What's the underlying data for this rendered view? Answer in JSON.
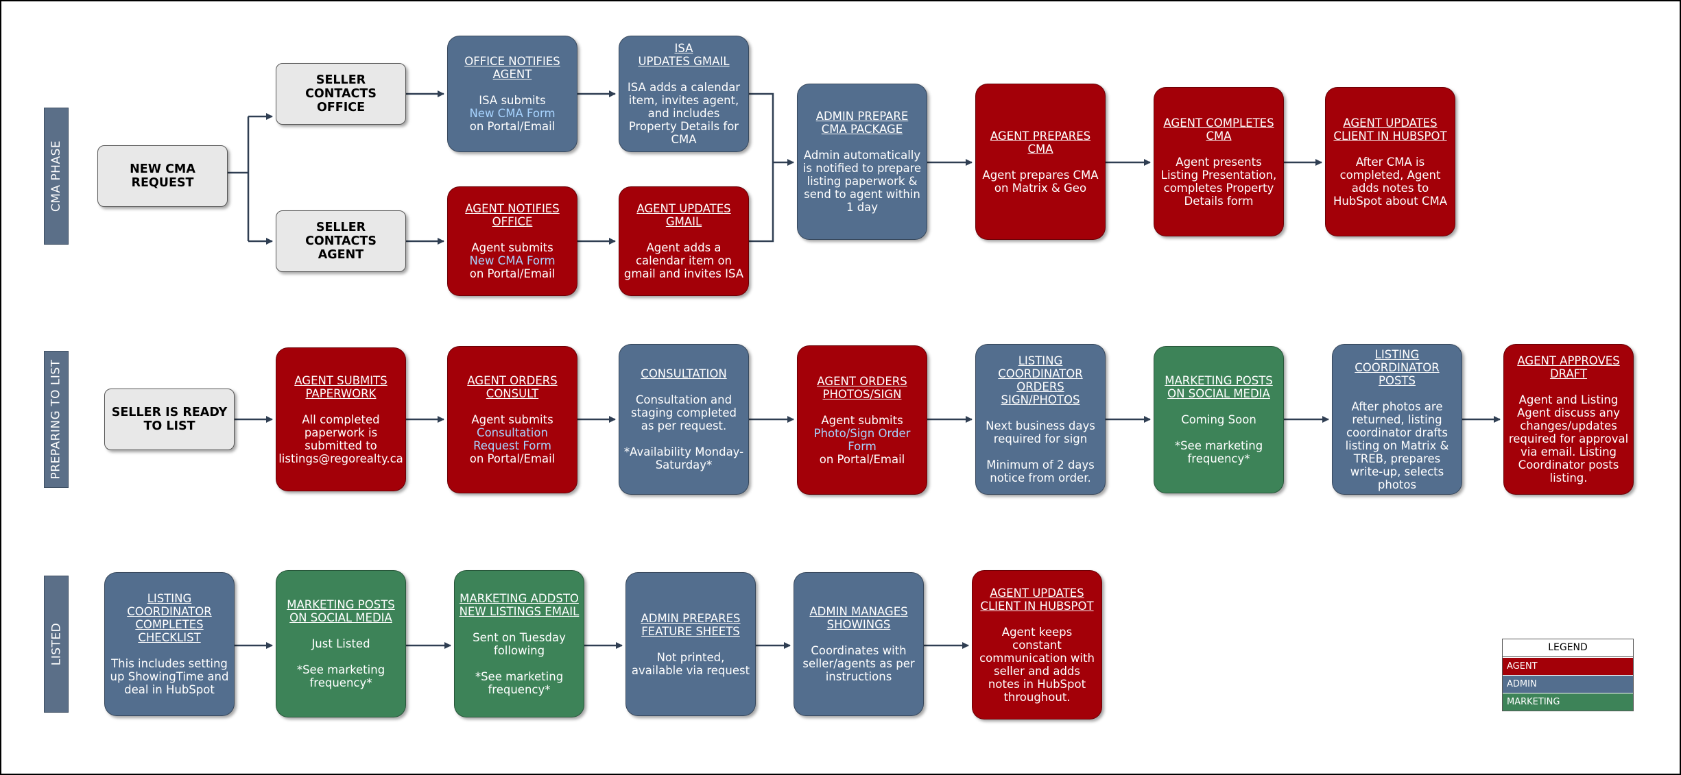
{
  "colors": {
    "agent": "#a30008",
    "admin": "#536e8e",
    "marketing": "#3d8358",
    "neutral": "#e8e8e8"
  },
  "phases": [
    {
      "label": "CMA PHASE"
    },
    {
      "label": "PREPARING TO LIST"
    },
    {
      "label": "LISTED"
    }
  ],
  "nodes": {
    "new_cma_request": {
      "title": "NEW CMA REQUEST"
    },
    "seller_contacts_office": {
      "title": "SELLER CONTACTS OFFICE"
    },
    "seller_contacts_agent": {
      "title": "SELLER CONTACTS AGENT"
    },
    "office_notifies_agent": {
      "title": "OFFICE NOTIFIES AGENT",
      "body_pre": "ISA submits",
      "body_link": "New CMA Form",
      "body_post": "on Portal/Email"
    },
    "agent_notifies_office": {
      "title": "AGENT NOTIFIES OFFICE",
      "body_pre": "Agent submits",
      "body_link": "New CMA Form",
      "body_post": "on Portal/Email"
    },
    "isa_updates_gmail": {
      "title": "ISA\n UPDATES GMAIL",
      "body": "ISA adds a calendar item, invites agent, and includes Property Details for CMA"
    },
    "agent_updates_gmail": {
      "title": "AGENT UPDATES GMAIL",
      "body": "Agent adds a calendar item on gmail and invites ISA"
    },
    "admin_prepare_cma": {
      "title": "ADMIN PREPARE CMA PACKAGE",
      "body": "Admin automatically is notified to prepare listing paperwork & send to agent within 1 day"
    },
    "agent_prepares_cma": {
      "title": "AGENT PREPARES CMA",
      "body": "Agent prepares CMA on Matrix & Geo"
    },
    "agent_completes_cma": {
      "title": "AGENT COMPLETES CMA",
      "body": "Agent presents Listing Presentation, completes Property Details form"
    },
    "agent_updates_client_1": {
      "title": "AGENT UPDATES CLIENT IN HUBSPOT",
      "body": "After CMA is completed, Agent adds notes to HubSpot about CMA"
    },
    "seller_ready": {
      "title": "SELLER IS READY TO LIST"
    },
    "agent_submits_paperwork": {
      "title": "AGENT SUBMITS PAPERWORK",
      "body": "All completed paperwork is submitted to listings@regorealty.ca"
    },
    "agent_orders_consult": {
      "title": "AGENT ORDERS CONSULT",
      "body_pre": "Agent submits",
      "body_link": "Consultation Request Form",
      "body_post": "on Portal/Email"
    },
    "consultation": {
      "title": "CONSULTATION",
      "body": "Consultation and staging completed as per request.\n\n*Availability Monday-Saturday*"
    },
    "agent_orders_photos": {
      "title": "AGENT ORDERS PHOTOS/SIGN",
      "body_pre": "Agent submits",
      "body_link": "Photo/Sign Order Form",
      "body_post": "on Portal/Email"
    },
    "lc_orders_sign": {
      "title": "LISTING COORDINATOR ORDERS SIGN/PHOTOS",
      "body": "Next business days required for sign\n\nMinimum of 2 days notice from order."
    },
    "marketing_posts_1": {
      "title": "MARKETING POSTS  ON SOCIAL MEDIA",
      "body": "Coming Soon\n\n*See marketing frequency*"
    },
    "lc_posts": {
      "title": "LISTING COORDINATOR POSTS",
      "body": "After photos are returned, listing coordinator drafts listing on Matrix & TREB, prepares write-up, selects photos"
    },
    "agent_approves": {
      "title": "AGENT APPROVES DRAFT",
      "body": "Agent and Listing Agent discuss any changes/updates required for approval via email. Listing Coordinator posts listing."
    },
    "lc_checklist": {
      "title": "LISTING COORDINATOR COMPLETES CHECKLIST",
      "body": "This includes setting up ShowingTime and deal in HubSpot"
    },
    "marketing_posts_2": {
      "title": "MARKETING POSTS  ON SOCIAL MEDIA",
      "body": "Just Listed\n\n*See marketing frequency*"
    },
    "marketing_email": {
      "title": "MARKETING  ADDSTO NEW LISTINGS EMAIL",
      "body": "Sent on Tuesday following\n\n*See marketing frequency*"
    },
    "admin_feature_sheets": {
      "title": "ADMIN PREPARES FEATURE SHEETS",
      "body": "Not printed, available via request"
    },
    "admin_showings": {
      "title": "ADMIN MANAGES SHOWINGS",
      "body": "Coordinates with seller/agents as per instructions"
    },
    "agent_updates_client_2": {
      "title": "AGENT UPDATES CLIENT IN HUBSPOT",
      "body": "Agent keeps constant communication with seller and adds notes in HubSpot throughout."
    }
  },
  "legend": {
    "title": "LEGEND",
    "items": [
      {
        "label": "AGENT",
        "color": "#a30008"
      },
      {
        "label": "ADMIN",
        "color": "#536e8e"
      },
      {
        "label": "MARKETING",
        "color": "#3d8358"
      }
    ]
  }
}
